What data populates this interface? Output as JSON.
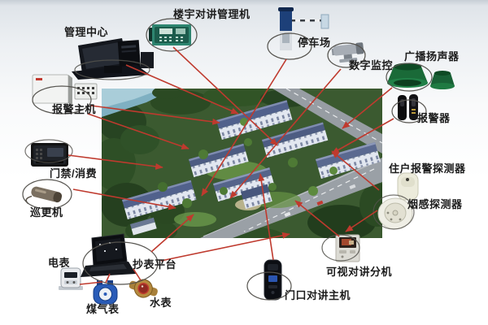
{
  "diagram": {
    "kind": "community-security-system-topology",
    "line_color": "#bf3a2e",
    "circle_color": "#55534e",
    "center_image": {
      "alt": "residential community aerial rendering"
    }
  },
  "nodes": [
    {
      "id": "management-center",
      "label": "管理中心",
      "device_icon": "desktop-computer"
    },
    {
      "id": "building-intercom-manager",
      "label": "楼宇对讲管理机",
      "device_icon": "intercom-panel"
    },
    {
      "id": "parking-lot",
      "label": "停车场",
      "device_icon": "barrier-gate"
    },
    {
      "id": "digital-surveillance",
      "label": "数字监控",
      "device_icon": "ptz-camera"
    },
    {
      "id": "broadcast-speaker",
      "label": "广播扬声器",
      "device_icon": "horn-speakers"
    },
    {
      "id": "alarm-host",
      "label": "报警主机",
      "device_icon": "alarm-panel"
    },
    {
      "id": "alarm-siren",
      "label": "报警器",
      "device_icon": "beam-sensors"
    },
    {
      "id": "access-control",
      "label": "门禁/消费",
      "device_icon": "card-reader"
    },
    {
      "id": "resident-alarm-detector",
      "label": "住户报警探测器",
      "device_icon": "pir-detector"
    },
    {
      "id": "patrol-reader",
      "label": "巡更机",
      "device_icon": "patrol-wand"
    },
    {
      "id": "smoke-detector",
      "label": "烟感探测器",
      "device_icon": "smoke-detector"
    },
    {
      "id": "electric-meter",
      "label": "电表",
      "device_icon": "electric-meter"
    },
    {
      "id": "meter-reading-platform",
      "label": "抄表平台",
      "device_icon": "laptop"
    },
    {
      "id": "gas-meter",
      "label": "煤气表",
      "device_icon": "gas-meter"
    },
    {
      "id": "water-meter",
      "label": "水表",
      "device_icon": "water-meter"
    },
    {
      "id": "video-intercom-extension",
      "label": "可视对讲分机",
      "device_icon": "video-intercom"
    },
    {
      "id": "door-intercom-station",
      "label": "门口对讲主机",
      "device_icon": "door-station"
    }
  ]
}
